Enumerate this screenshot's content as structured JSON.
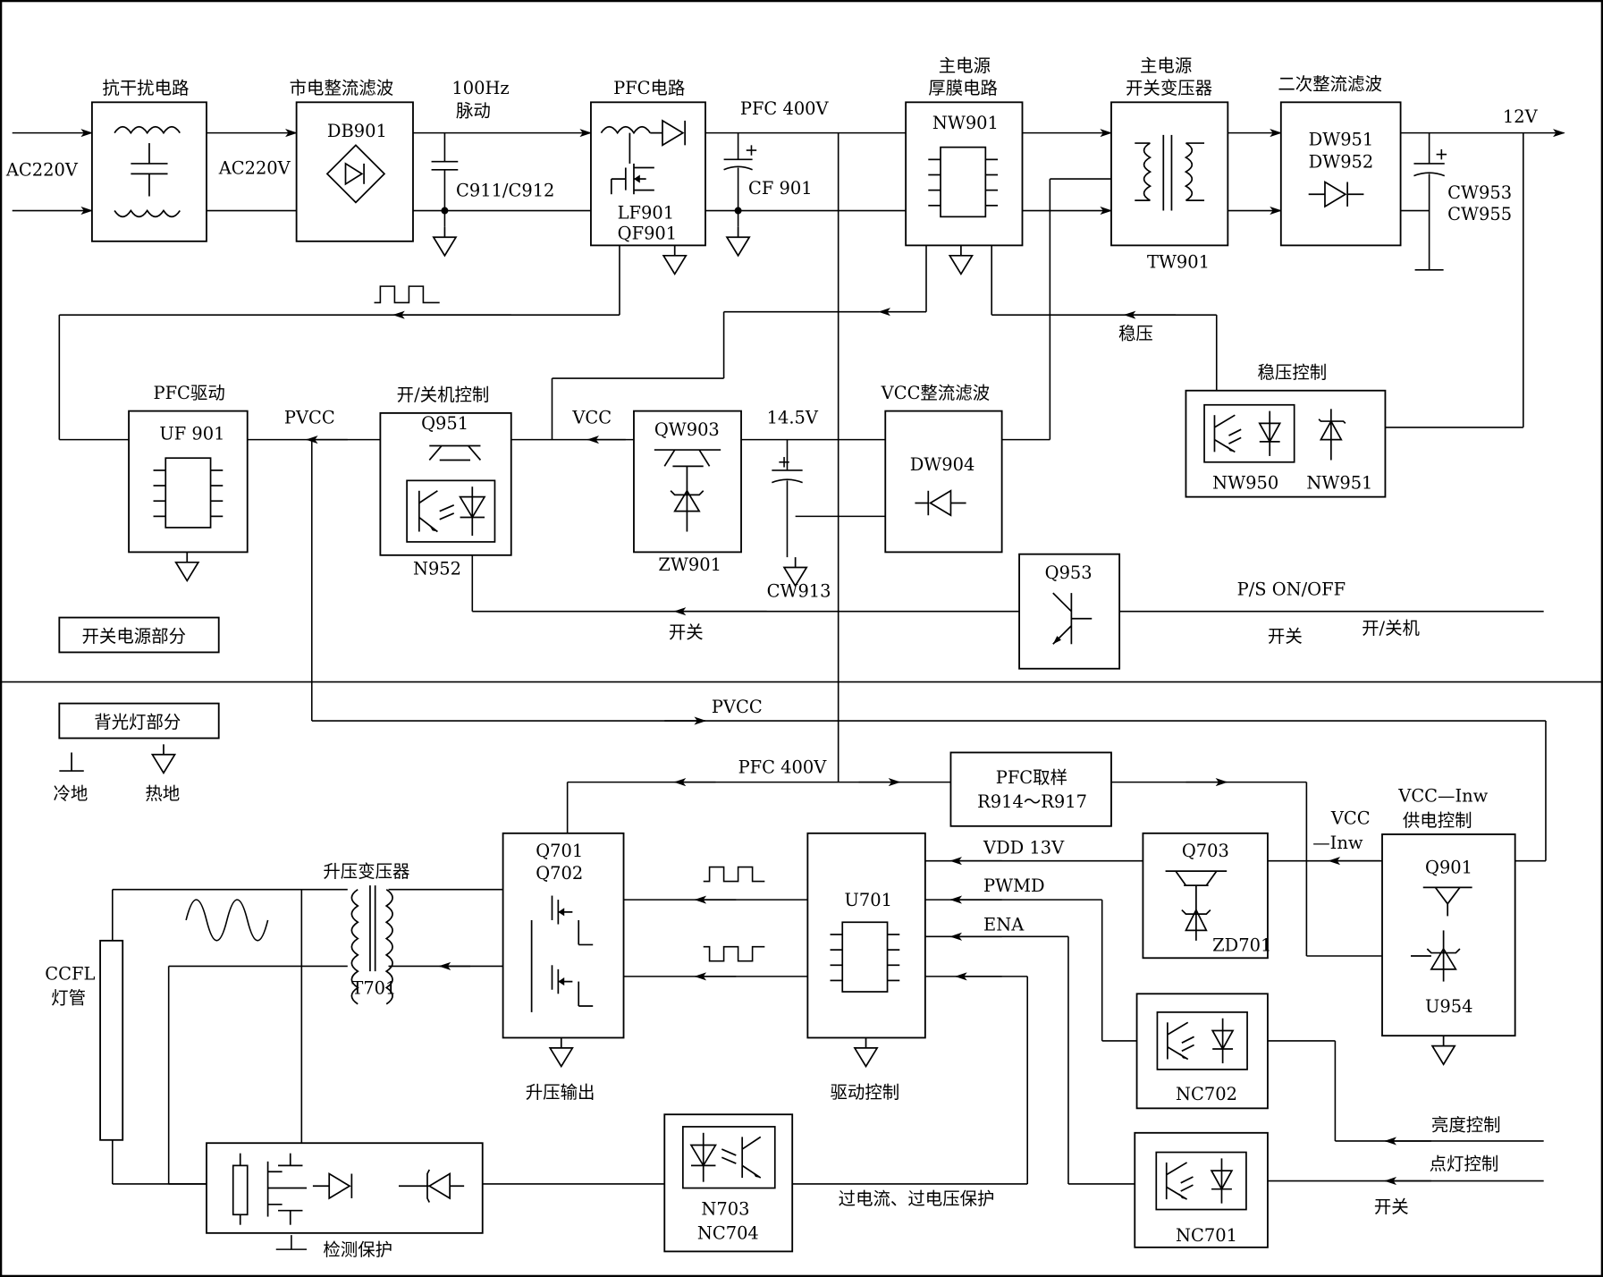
{
  "sections": {
    "switching_power": "开关电源部分",
    "backlight": "背光灯部分"
  },
  "legend": {
    "cold_ground": "冷地",
    "hot_ground": "热地"
  },
  "inputs": {
    "ac_in": "AC220V",
    "ac_mid": "AC220V"
  },
  "blocks": {
    "emi": {
      "title": "抗干扰电路"
    },
    "rectifier": {
      "title": "市电整流滤波",
      "part": "DB901"
    },
    "pulse": {
      "label1": "100Hz",
      "label2": "脉动",
      "cap": "C911/C912"
    },
    "pfc": {
      "title": "PFC电路",
      "part1": "LF901",
      "part2": "QF901"
    },
    "pfc400": {
      "label": "PFC 400V",
      "cap": "CF 901"
    },
    "main_thick": {
      "title1": "主电源",
      "title2": "厚膜电路",
      "part": "NW901"
    },
    "main_xfmr": {
      "title1": "主电源",
      "title2": "开关变压器",
      "part": "TW901"
    },
    "secondary": {
      "title": "二次整流滤波",
      "part1": "DW951",
      "part2": "DW952",
      "cap1": "CW953",
      "cap2": "CW955",
      "out": "12V"
    },
    "regulate": {
      "feedback": "稳压",
      "title": "稳压控制",
      "part1": "NW950",
      "part2": "NW951"
    },
    "pfc_drive": {
      "title": "PFC驱动",
      "part": "UF 901"
    },
    "onoff": {
      "title": "开/关机控制",
      "part1": "Q951",
      "part2": "N952"
    },
    "qw903": {
      "part1": "QW903",
      "part2": "ZW901"
    },
    "vcc_filter": {
      "title": "VCC整流滤波",
      "part": "DW904"
    },
    "volt": {
      "v145": "14.5V",
      "cap": "CW913",
      "vcc": "VCC",
      "pvcc": "PVCC"
    },
    "q953": {
      "part": "Q953",
      "ps": "P/S ON/OFF",
      "switch1": "开关",
      "switch2": "开关",
      "onoff_label": "开/关机"
    }
  },
  "backlight": {
    "pvcc": "PVCC",
    "pfc400": "PFC 400V",
    "pfc_sample": {
      "title": "PFC取样",
      "parts": "R914～R917"
    },
    "vcc_inw": {
      "title1": "VCC—Inw",
      "title2": "供电控制",
      "label1": "VCC",
      "label2": "—Inw",
      "part1": "Q901",
      "part2": "U954"
    },
    "q703": {
      "part1": "Q703",
      "part2": "ZD701"
    },
    "signals": {
      "vdd": "VDD 13V",
      "pwmd": "PWMD",
      "ena": "ENA"
    },
    "u701": {
      "part": "U701",
      "title": "驱动控制"
    },
    "q701": {
      "part1": "Q701",
      "part2": "Q702",
      "title": "升压输出"
    },
    "boost": {
      "title": "升压变压器",
      "part": "T701"
    },
    "ccfl": {
      "line1": "CCFL",
      "line2": "灯管"
    },
    "detect": {
      "title": "检测保护"
    },
    "n703": {
      "part1": "N703",
      "part2": "NC704",
      "label": "过电流、过电压保护"
    },
    "nc702": {
      "part": "NC702",
      "label": "亮度控制"
    },
    "nc701": {
      "part": "NC701",
      "label": "点灯控制",
      "switch": "开关"
    }
  }
}
